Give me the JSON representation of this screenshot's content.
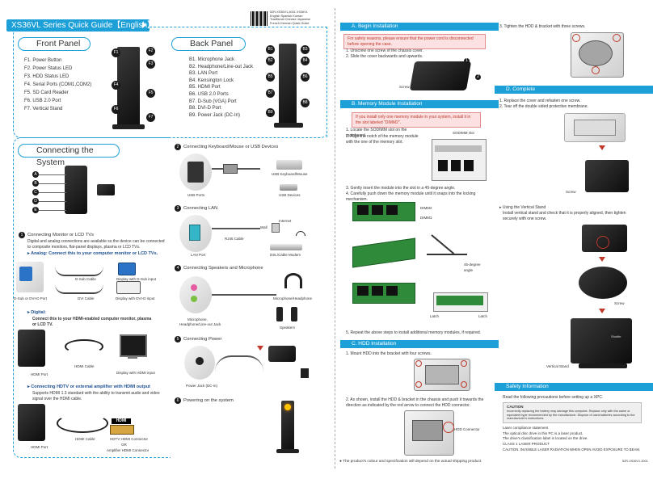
{
  "header": {
    "title": "XS36VL Series Quick Guide【English】",
    "barcode_lines": [
      "52R-XS36V1-3001 XS36VL",
      "English Spanish Korean",
      "Traditional Chinese Japanese",
      "French German Quick Guide"
    ]
  },
  "front_panel": {
    "title": "Front Panel",
    "items": [
      "F1. Power Button",
      "F2. Power Status LED",
      "F3. HDD Status LED",
      "F4. Serial Ports (COM1,COM2)",
      "F5. SD Card Reader",
      "F6. USB 2.0 Port",
      "F7. Vertical Stand"
    ],
    "callouts": [
      "F1",
      "F2",
      "F3",
      "F4",
      "F5",
      "F6",
      "F7"
    ]
  },
  "back_panel": {
    "title": "Back Panel",
    "items": [
      "B1. Microphone Jack",
      "B2. Headphone/Line-out Jack",
      "B3. LAN Port",
      "B4. Kensington Lock",
      "B5. HDMI Port",
      "B6. USB 2.0 Ports",
      "B7. D-Sub (VGA) Port",
      "B8. DVI-D Port",
      "B9. Power Jack (DC-In)"
    ],
    "callouts": [
      "B1",
      "B2",
      "B3",
      "B4",
      "B5",
      "B6",
      "B7",
      "B8",
      "B9"
    ]
  },
  "connecting": {
    "title": "Connecting the System",
    "step1_title": "Connecting Monitor or LCD TVs",
    "step1_desc": "Digital and analog connections are available so the device can be connected to composite monitors, flat-panel displays, plasma or LCD TVs.",
    "analog_heading": "Analog: Connect this to your computer monitor or LCD TVs.",
    "dsub_cable": "D-Sub Cable",
    "display_dsub": "Display with D-Sub input",
    "dsub_dvi_port": "D-Sub or DVI-D Port",
    "dvi_cable": "DVI Cable",
    "display_dvi": "Display with DVI-D input",
    "digital_label": "Digital:",
    "digital_desc": "Connect this to your HDMI-enabled computer monitor, plasma or LCD TV.",
    "hdmi_port": "HDMI Port",
    "hdmi_cable": "HDMI Cable",
    "display_hdmi": "Display with HDMI input",
    "hdtv_heading": "Connecting HDTV or external amplifier with HDMI output",
    "hdtv_desc": "Supports HDMI 1.3 standard with the ability to transmit audio and video signal over the HDMI cable.",
    "hdmi_port2": "HDMI Port",
    "hdmi_cable2": "HDMI Cable",
    "hdtv_connector": "HDTV HDMI Connector",
    "or_label": "OR",
    "amp_connector": "Amplifier HDMI Connector",
    "hdmi_badge": "HDMI",
    "step_nums": [
      "1",
      "2",
      "3",
      "4",
      "5",
      "6"
    ],
    "step2_title": "Connecting Keyboard/Mouse or USB Devices",
    "usb_keyboard": "USB Keyboard/Mouse",
    "usb_ports": "USB Ports",
    "usb_devices": "USB Devices",
    "step3_title": "Connecting LAN",
    "internet": "Internet",
    "wall": "Wall",
    "rj45": "RJ45 Cable",
    "lan_port": "LAN Port",
    "dsl_modem": "DSL/Cable Modem",
    "step4_title": "Connecting Speakers and Microphone",
    "mic_headphone": "Microphone/Headphone",
    "mic_port": "Microphone,",
    "headphone_port": "Headphone/Line-out Jack",
    "speakers": "Speakers",
    "step5_title": "Connecting Power",
    "power_jack": "Power Jack (DC-in)",
    "step6_title": "Powering on the system",
    "left_callouts": [
      "A",
      "B",
      "C",
      "D",
      "E"
    ]
  },
  "section_a": {
    "title": "A. Begin Installation",
    "note": "For safety reasons, please ensure that the power cord is disconnected before opening the case.",
    "steps": [
      "1. Unscrew one screw of the chassis cover.",
      "2. Slide the cover backwards and upwards."
    ],
    "screw": "Screw",
    "callouts": [
      "1",
      "2"
    ]
  },
  "section_b": {
    "title": "B. Memory Module Installation",
    "note": "If you install only one memory module in your system, install it in the slot labeled \"DIMM2\".",
    "steps": [
      "1. Locate the SODIMM slot on the mainboard.",
      "2. Align the notch of the memory module with the one of the memory slot.",
      "3. Gently insert the module into the slot in a 45-degree angle.",
      "4. Carefully push down the memory module until it snaps into the locking mechanism."
    ],
    "sodimm": "SODIMM slot",
    "dimm2": "DIMM2",
    "dimm1": "DIMM1",
    "angle": "45-degree angle",
    "latch1": "Latch",
    "latch2": "Latch",
    "step5": "5. Repeat the above steps to install additional memory modules, if required."
  },
  "section_c": {
    "title": "C. HDD Installation",
    "steps": [
      "1. Mount HDD into the bracket with four screws.",
      "2. As shown, install the HDD & bracket in the chassis and push it towards the direction as indicated by the red arrow to connect the HDD connector."
    ],
    "hdd_connector": "HDD Connector",
    "step3": "3. Tighten the HDD & bracket with three screws."
  },
  "section_d": {
    "title": "D. Complete",
    "steps": [
      "1. Replace the cover and refasten one screw.",
      "2. Tear off the double sided protective membrane."
    ],
    "screw": "Screw",
    "stand_heading": "Using the Vertical Stand",
    "stand_desc": "Install vertical stand and check that it is properly aligned, then tighten securely with one screw.",
    "screw2": "Screw",
    "vertical_stand": "Vertical Stand",
    "brand": "Shuttle"
  },
  "safety": {
    "title": "Safety Information",
    "intro": "Read the following precautions before setting up a XPC.",
    "caution_label": "CAUTION",
    "caution_text": "Incorrectly replacing the battery may damage this computer. Replace only with the same or equivalent type recommended by the manufacturer. Dispose of used batteries according to the manufacturer's instructions.",
    "laser_title": "Laser compliance statement",
    "laser_1": "The optical disc drive in this PC is a laser product.",
    "laser_2": "The drive's classification label is located on the drive.",
    "laser_3": "CLASS 1 LASER PRODUCT",
    "laser_4": "CAUTION: INVISIBLE LASER RADIATION WHEN OPEN AVOID EXPOSURE TO BEAM."
  },
  "footer": {
    "disclaimer": "The product's colour and specification will depend on the actual shipping product.",
    "code": "52R-XS36V1-3001"
  },
  "colors": {
    "accent": "#1d9fd8",
    "note_red": "#c0392b",
    "dark": "#1b1b1b"
  }
}
